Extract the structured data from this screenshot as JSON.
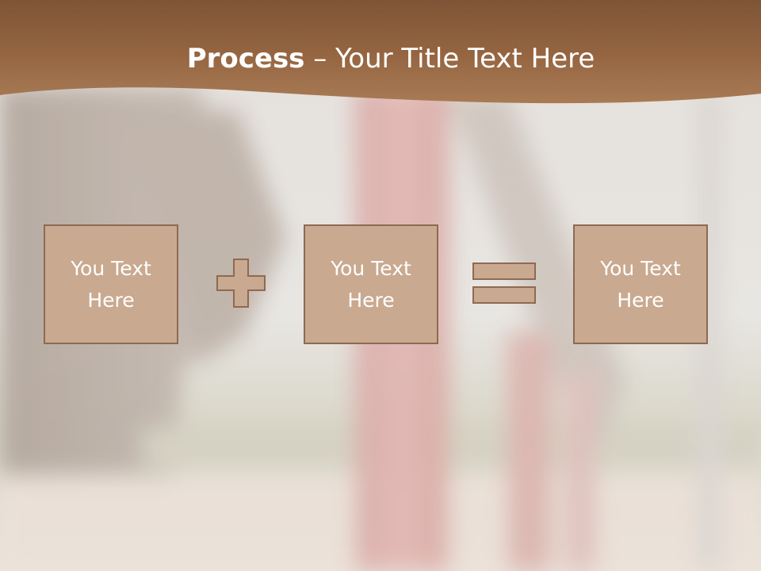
{
  "slide": {
    "title_bold": "Process",
    "title_rest": " – Your Title Text Here"
  },
  "boxes": [
    {
      "text": "You Text Here"
    },
    {
      "text": "You Text Here"
    },
    {
      "text": "You Text Here"
    }
  ],
  "operators": {
    "first": "plus-icon",
    "second": "equals-icon"
  },
  "colors": {
    "header": "#9b6a45",
    "box_fill": "#c9a98f",
    "box_border": "#8e6a53",
    "text": "#ffffff"
  }
}
